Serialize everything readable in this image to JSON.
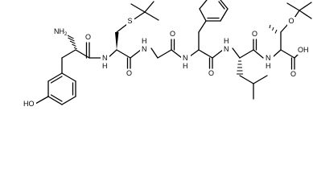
{
  "labels": {
    "amine": "NH",
    "amine_sub": "2",
    "amide_n1": "N",
    "amide_h1": "H",
    "amide_n2": "N",
    "amide_h2": "H",
    "amide_n3": "N",
    "amide_h3": "H",
    "amide_n4": "N",
    "amide_h4": "H",
    "amide_n5": "N",
    "amide_h5": "H",
    "carbonyl_o1": "O",
    "carbonyl_o2": "O",
    "carbonyl_o3": "O",
    "carbonyl_o4": "O",
    "carbonyl_o5": "O",
    "acid_o": "O",
    "acid_oh": "OH",
    "thioether_s": "S",
    "ether_o": "O",
    "phenol": "HO"
  }
}
